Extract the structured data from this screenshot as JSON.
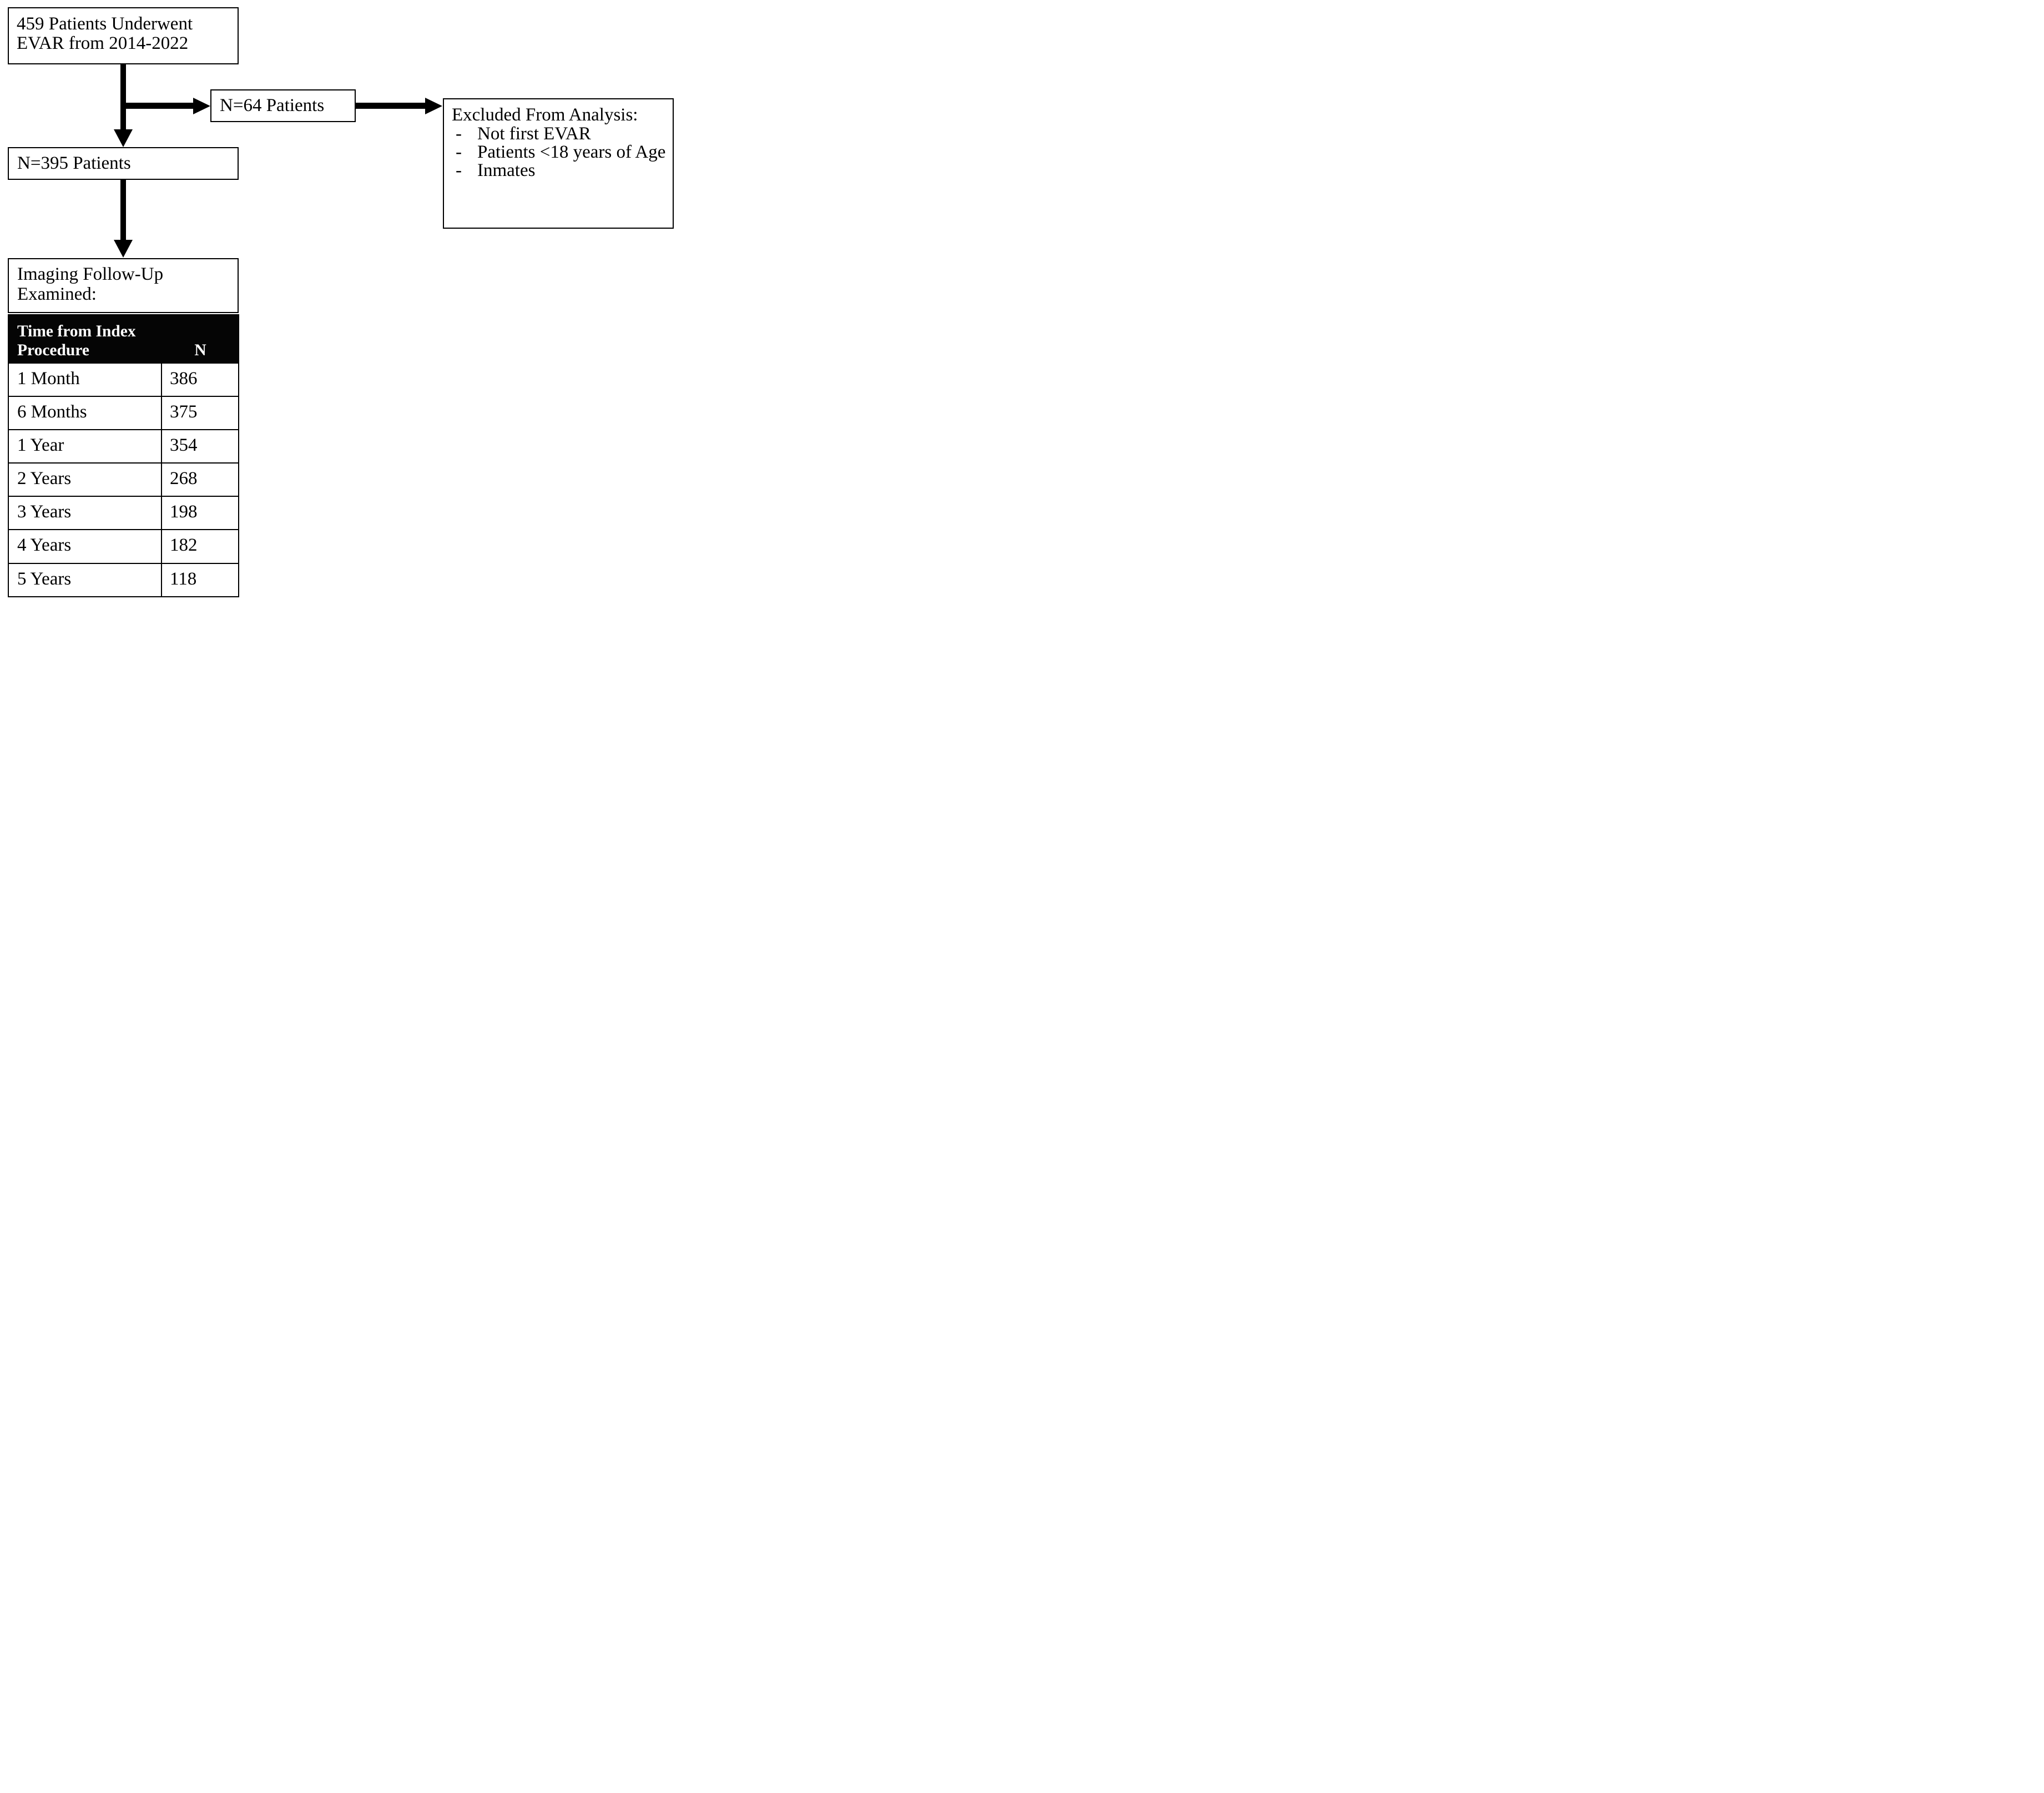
{
  "flowchart": {
    "top_box": {
      "line1": "459 Patients Underwent",
      "line2": "EVAR from 2014-2022"
    },
    "n64_box": {
      "label": "N=64 Patients"
    },
    "excluded_box": {
      "title": "Excluded From Analysis:",
      "bullet_char": "-",
      "items": [
        "Not first EVAR",
        "Patients <18 years of Age",
        "Inmates"
      ]
    },
    "n395_box": {
      "label": "N=395 Patients"
    },
    "imaging_box": {
      "line1": "Imaging Follow-Up",
      "line2": "Examined:"
    }
  },
  "table": {
    "header": {
      "col1_line1": "Time from Index",
      "col1_line2": "Procedure",
      "col2": "N"
    },
    "rows": [
      {
        "label": "1 Month",
        "value": "386"
      },
      {
        "label": "6 Months",
        "value": "375"
      },
      {
        "label": "1 Year",
        "value": "354"
      },
      {
        "label": "2 Years",
        "value": "268"
      },
      {
        "label": "3 Years",
        "value": "198"
      },
      {
        "label": "4 Years",
        "value": "182"
      },
      {
        "label": "5 Years",
        "value": "118"
      }
    ]
  },
  "colors": {
    "line_and_text": "#000000",
    "table_header_bg": "#050505",
    "table_header_text": "#ffffff",
    "background": "#ffffff"
  }
}
